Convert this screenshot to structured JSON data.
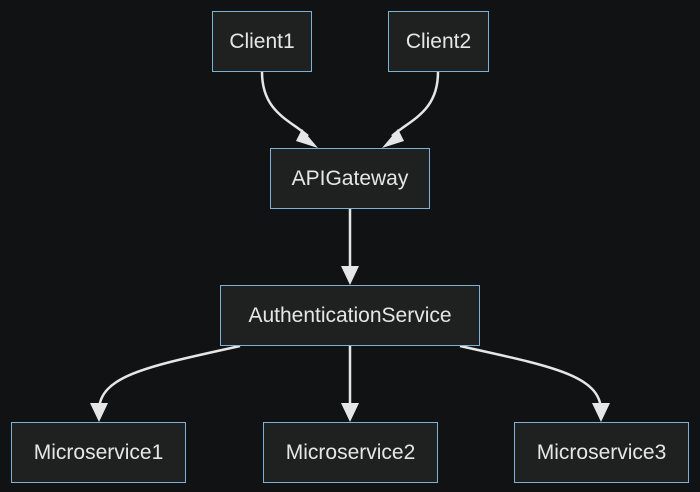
{
  "diagram": {
    "background_color": "#111214",
    "node_fill": "#1f2020",
    "node_border_color": "#7fb0d6",
    "edge_color": "#e6e6e6",
    "nodes": {
      "client1": "Client1",
      "client2": "Client2",
      "gateway": "APIGateway",
      "auth": "AuthenticationService",
      "ms1": "Microservice1",
      "ms2": "Microservice2",
      "ms3": "Microservice3"
    },
    "edges": [
      {
        "from": "Client1",
        "to": "APIGateway"
      },
      {
        "from": "Client2",
        "to": "APIGateway"
      },
      {
        "from": "APIGateway",
        "to": "AuthenticationService"
      },
      {
        "from": "AuthenticationService",
        "to": "Microservice1"
      },
      {
        "from": "AuthenticationService",
        "to": "Microservice2"
      },
      {
        "from": "AuthenticationService",
        "to": "Microservice3"
      }
    ]
  }
}
